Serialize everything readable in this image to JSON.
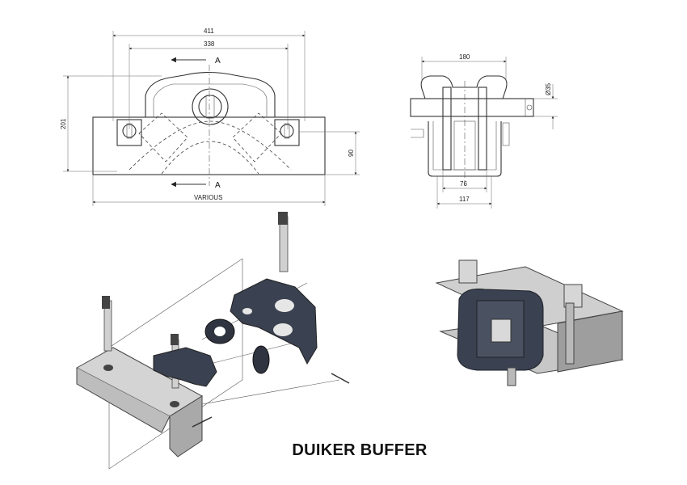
{
  "title": "DUIKER BUFFER",
  "front_view": {
    "dims": {
      "overall_width": "411",
      "hole_spacing": "338",
      "height": "201",
      "bracket_height": "90",
      "length": "VARIOUS"
    },
    "section_label_top": "A",
    "section_label_bottom": "A"
  },
  "side_view": {
    "dims": {
      "top_width": "180",
      "pin_diameter": "Ø35",
      "inner_width": "76",
      "base_width": "117"
    }
  },
  "colors": {
    "line": "#333333",
    "dark_part": "#3a4150",
    "plate": "#c9c9c9"
  }
}
